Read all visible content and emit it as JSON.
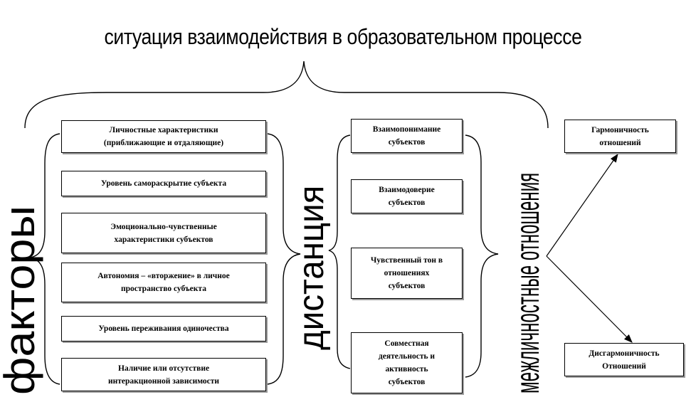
{
  "title": "ситуация взаимодействия в образовательном процессе",
  "labels": {
    "factors": "факторы",
    "distance": "дистанция",
    "relations": "межличностные отношения"
  },
  "factors": [
    "Личностные характеристики\n(приближающие и отдаляющие)",
    "Уровень самораскрытие субъекта",
    "Эмоционально-чувственные\nхарактеристики субъектов",
    "Автономия – «вторжение» в личное\nпространство субъекта",
    "Уровень переживания одиночества",
    "Наличие или отсутствие\nинтеракционной зависимости"
  ],
  "distance_items": [
    "Взаимопонимание\nсубъектов",
    "Взаимодоверие\nсубъектов",
    "Чувственный тон в\nотношениях\nсубъектов",
    "Совместная\nдеятельность и\nактивность\nсубъектов"
  ],
  "outcomes": {
    "harmony": "Гармоничность\nотношений",
    "disharmony": "Дисгармоничность\nОтношений"
  }
}
